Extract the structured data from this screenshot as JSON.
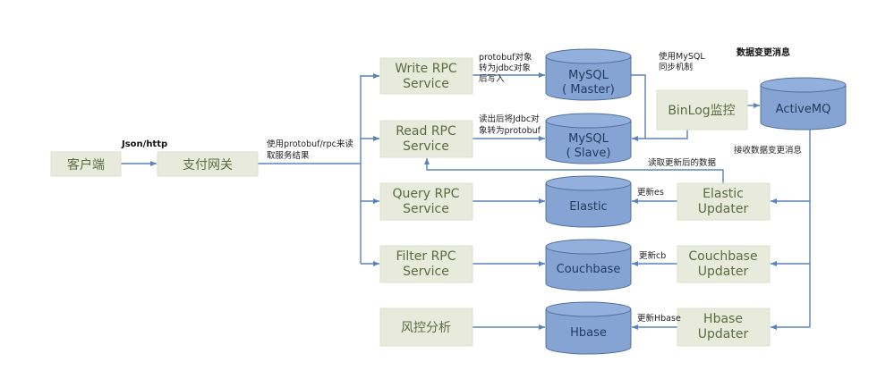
{
  "colors": {
    "box_fill": "#e8ebdb",
    "box_text": "#5b6b40",
    "db_fill": "#86a4d3",
    "db_outline": "#50729f",
    "db_text": "#1f3a5c",
    "connector": "#5b83b8"
  },
  "nodes": {
    "client": {
      "lines": [
        "客户端"
      ]
    },
    "gateway": {
      "lines": [
        "支付网关"
      ]
    },
    "write_rpc": {
      "lines": [
        "Write RPC",
        "Service"
      ]
    },
    "read_rpc": {
      "lines": [
        "Read RPC",
        "Service"
      ]
    },
    "query_rpc": {
      "lines": [
        "Query RPC",
        "Service"
      ]
    },
    "filter_rpc": {
      "lines": [
        "Filter RPC",
        "Service"
      ]
    },
    "risk": {
      "lines": [
        "风控分析"
      ]
    },
    "binlog": {
      "lines": [
        "BinLog监控"
      ]
    },
    "elastic_updater": {
      "lines": [
        "Elastic",
        "Updater"
      ]
    },
    "couchbase_updater": {
      "lines": [
        "Couchbase",
        "Updater"
      ]
    },
    "hbase_updater": {
      "lines": [
        "Hbase",
        "Updater"
      ]
    }
  },
  "databases": {
    "mysql_master": {
      "lines": [
        "MySQL",
        "( Master)"
      ]
    },
    "mysql_slave": {
      "lines": [
        "MySQL",
        "( Slave)"
      ]
    },
    "activemq": {
      "lines": [
        "ActiveMQ"
      ]
    },
    "elastic": {
      "lines": [
        "Elastic"
      ]
    },
    "couchbase": {
      "lines": [
        "Couchbase"
      ]
    },
    "hbase": {
      "lines": [
        "Hbase"
      ]
    }
  },
  "labels": {
    "json_http": "Json/http",
    "protobuf_rpc": [
      "使用protobuf/rpc来读",
      "取服务结果"
    ],
    "write_convert": [
      "protobuf对象",
      "转为jdbc对象",
      "后写入"
    ],
    "read_convert": [
      "读出后将Jdbc对",
      "象转为protobuf"
    ],
    "mysql_sync": [
      "使用MySQL",
      "同步机制"
    ],
    "data_change_msg": "数据变更消息",
    "receive_change_msg": "接收数据变更消息",
    "read_updated": "读取更新后的数据",
    "update_es": "更新es",
    "update_cb": "更新cb",
    "update_hbase": "更新Hbase"
  }
}
